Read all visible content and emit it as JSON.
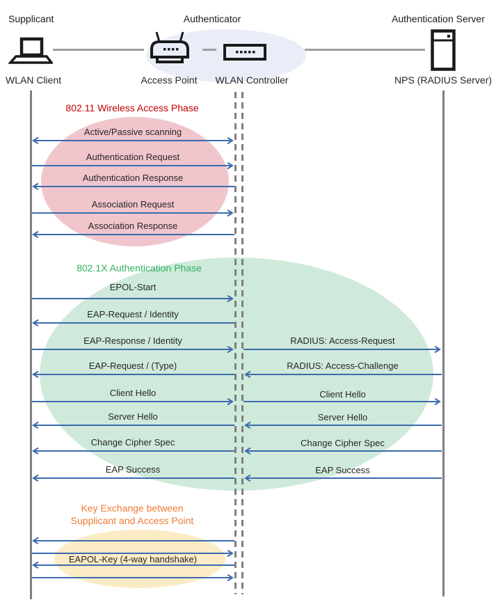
{
  "diagram": {
    "roles": [
      {
        "label": "Supplicant"
      },
      {
        "label": "Authenticator"
      },
      {
        "label": "Authentication Server"
      }
    ],
    "nodes": [
      {
        "label": "WLAN Client",
        "icon": "laptop-icon"
      },
      {
        "label": "Access Point",
        "icon": "access-point-icon"
      },
      {
        "label": "WLAN Controller",
        "icon": "wlan-controller-icon"
      },
      {
        "label": "NPS (RADIUS Server)",
        "icon": "server-icon"
      }
    ],
    "phases": [
      {
        "id": "wireless-access",
        "title": "802.11 Wireless Access Phase",
        "title_color": "#C00000",
        "ellipse_color": "#F0C6CC"
      },
      {
        "id": "authentication",
        "title": "802.1X Authentication Phase",
        "title_color": "#33B164",
        "ellipse_color": "#CFEADA"
      },
      {
        "id": "key-exchange",
        "title_line1": "Key Exchange between",
        "title_line2": "Supplicant and Access Point",
        "title_color": "#ED7D31",
        "ellipse_color": "#FBECC6"
      }
    ],
    "messages_left": [
      {
        "label": "Active/Passive scanning",
        "direction": "both"
      },
      {
        "label": "Authentication Request",
        "direction": "right"
      },
      {
        "label": "Authentication Response",
        "direction": "left"
      },
      {
        "label": "Association Request",
        "direction": "right"
      },
      {
        "label": "Association Response",
        "direction": "left"
      },
      {
        "label": "EPOL-Start",
        "direction": "right"
      },
      {
        "label": "EAP-Request / Identity",
        "direction": "left"
      },
      {
        "label": "EAP-Response / Identity",
        "direction": "right"
      },
      {
        "label": "EAP-Request / (Type)",
        "direction": "left"
      },
      {
        "label": "Client Hello",
        "direction": "right"
      },
      {
        "label": "Server Hello",
        "direction": "left"
      },
      {
        "label": "Change Cipher Spec",
        "direction": "left"
      },
      {
        "label": "EAP Success",
        "direction": "left"
      }
    ],
    "messages_right": [
      {
        "label": "RADIUS: Access-Request",
        "direction": "right"
      },
      {
        "label": "RADIUS: Access-Challenge",
        "direction": "left"
      },
      {
        "label": "Client Hello",
        "direction": "right"
      },
      {
        "label": "Server Hello",
        "direction": "left"
      },
      {
        "label": "Change Cipher Spec",
        "direction": "left"
      },
      {
        "label": "EAP Success",
        "direction": "left"
      }
    ],
    "key_exchange": {
      "label": "EAPOL-Key (4-way handshake)",
      "arrow_directions": [
        "left",
        "right",
        "left",
        "right"
      ]
    },
    "colors": {
      "arrow": "#3B6AAD",
      "lifeline": "#7F7F7F",
      "connector": "#9E9E9E",
      "authenticator_ellipse": "#E9EDF7",
      "text": "#262626"
    }
  }
}
